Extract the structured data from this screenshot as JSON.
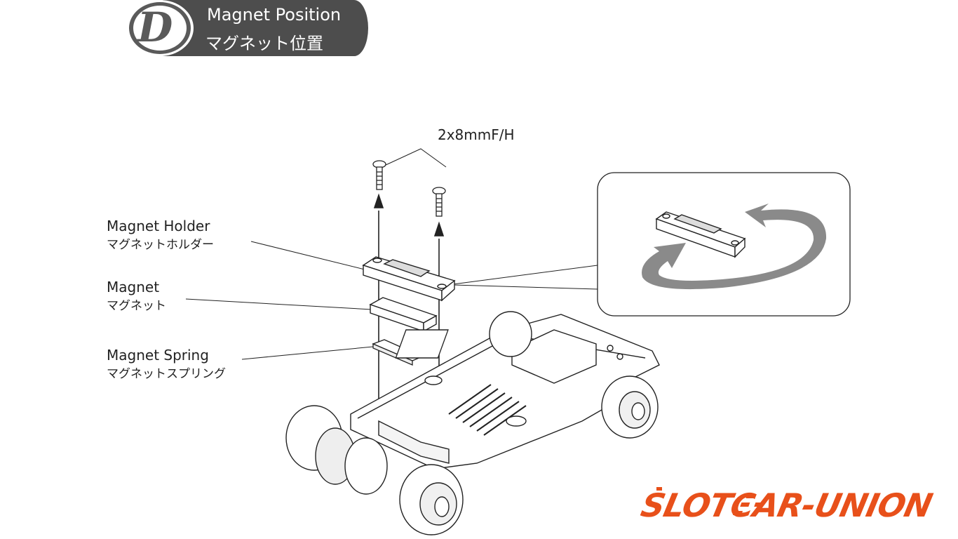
{
  "header": {
    "step_letter": "D",
    "title_en": "Magnet Position",
    "title_jp": "マグネット位置"
  },
  "callouts": {
    "screw": "2x8mmF/H",
    "holder_en": "Magnet Holder",
    "holder_jp": "マグネットホルダー",
    "magnet_en": "Magnet",
    "magnet_jp": "マグネット",
    "spring_en": "Magnet Spring",
    "spring_jp": "マグネットスプリング"
  },
  "logo": {
    "text": "SLOTCAR-UNION",
    "color": "#e8501a"
  },
  "colors": {
    "badge": "#4d4d4d",
    "line": "#222222",
    "rotate_arrow": "#8a8a8a"
  }
}
